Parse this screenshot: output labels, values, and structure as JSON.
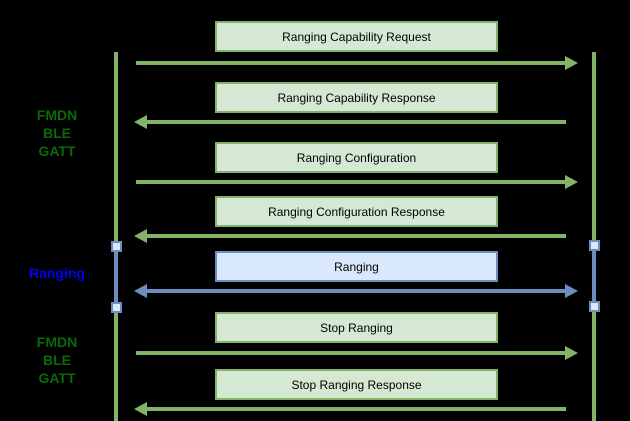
{
  "diagram": {
    "type": "sequence-diagram",
    "background": "#000000",
    "colors": {
      "green_stroke": "#82b366",
      "green_fill": "#d5e8d4",
      "blue_stroke": "#6c8ebf",
      "blue_fill": "#dae8fc",
      "side_label_green": "#066b06",
      "side_label_blue": "#0000ee",
      "box_text": "#000000"
    },
    "side_labels": {
      "fmdn_top": "FMDN\nBLE\nGATT",
      "ranging": "Ranging",
      "fmdn_bottom": "FMDN\nBLE\nGATT"
    },
    "messages": [
      {
        "label": "Ranging Capability Request",
        "direction": "right",
        "color": "green"
      },
      {
        "label": "Ranging Capability Response",
        "direction": "left",
        "color": "green"
      },
      {
        "label": "Ranging Configuration",
        "direction": "right",
        "color": "green"
      },
      {
        "label": "Ranging Configuration Response",
        "direction": "left",
        "color": "green"
      },
      {
        "label": "Ranging",
        "direction": "both",
        "color": "blue"
      },
      {
        "label": "Stop Ranging",
        "direction": "right",
        "color": "green"
      },
      {
        "label": "Stop Ranging Response",
        "direction": "left",
        "color": "green"
      }
    ]
  }
}
